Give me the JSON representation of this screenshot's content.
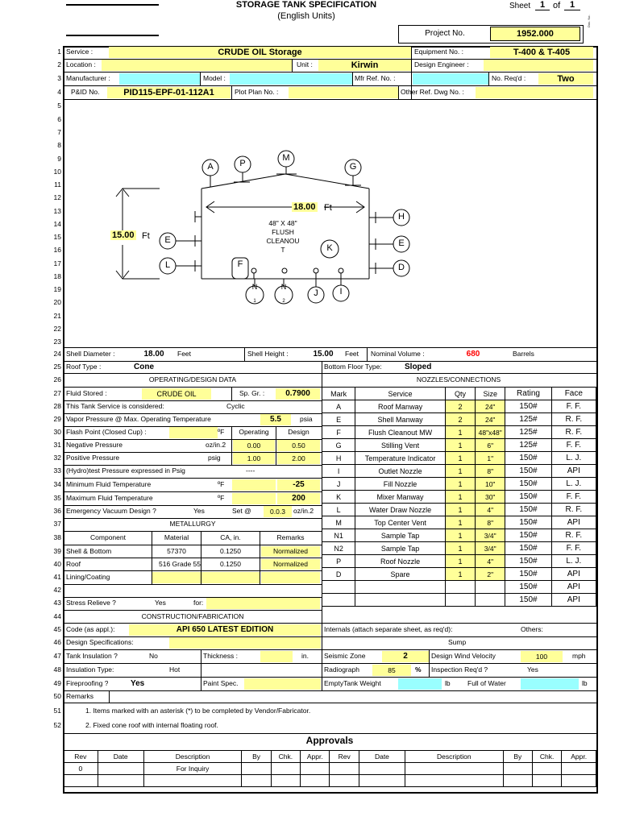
{
  "header": {
    "title": "STORAGE TANK SPECIFICATION",
    "subtitle": "(English Units)",
    "sheet_label": "Sheet",
    "sheet_no": "1",
    "of_label": "of",
    "sheet_total": "1",
    "project_label": "Project No.",
    "project_no": "1952.000",
    "side_mark": "Doc. No."
  },
  "row_numbers": [
    "1",
    "2",
    "3",
    "4",
    "5",
    "6",
    "7",
    "8",
    "9",
    "10",
    "11",
    "12",
    "13",
    "14",
    "15",
    "16",
    "17",
    "18",
    "19",
    "20",
    "21",
    "22",
    "23",
    "24",
    "25",
    "26",
    "27",
    "28",
    "29",
    "30",
    "31",
    "32",
    "33",
    "34",
    "35",
    "36",
    "37",
    "38",
    "39",
    "40",
    "41",
    "42",
    "43",
    "44",
    "45",
    "46",
    "47",
    "48",
    "49",
    "50",
    "51",
    "52"
  ],
  "r1": {
    "service_label": "Service :",
    "service": "CRUDE OIL Storage",
    "equip_label": "Equipment No. :",
    "equip": "T-400 & T-405"
  },
  "r2": {
    "location_label": "Location :",
    "unit_label": "Unit :",
    "unit": "Kirwin",
    "engineer_label": "Design Engineer :"
  },
  "r3": {
    "mfr_label": "Manufacturer :",
    "model_label": "Model :",
    "mfr_ref_label": "Mfr Ref. No. :",
    "noreqd_label": "No. Req'd :",
    "noreqd": "Two"
  },
  "r4": {
    "pid_label": "P&ID No.",
    "pid": "PID115-EPF-01-112A1",
    "plot_label": "Plot Plan No. :",
    "other_label": "Other Ref. Dwg No. :"
  },
  "drawing": {
    "diameter": "18.00",
    "diameter_unit": "Ft",
    "height": "15.00",
    "height_unit": "Ft",
    "cleanout": [
      "48\" X 48\"",
      "FLUSH",
      "CLEANOU",
      "T"
    ],
    "nozzle_labels": {
      "A": "A",
      "P": "P",
      "M": "M",
      "G": "G",
      "H": "H",
      "E1": "E",
      "E2": "E",
      "K": "K",
      "L": "L",
      "F": "F",
      "D": "D",
      "N1": "N",
      "N2": "N",
      "J": "J",
      "I": "I",
      "n1sub": "1",
      "n2sub": "2"
    }
  },
  "r24": {
    "shell_dia_label": "Shell Diameter :",
    "shell_dia": "18.00",
    "feet1": "Feet",
    "shell_ht_label": "Shell Height :",
    "shell_ht": "15.00",
    "feet2": "Feet",
    "nom_vol_label": "Nominal Volume :",
    "nom_vol": "680",
    "barrels": "Barrels"
  },
  "r25": {
    "roof_label": "Roof Type :",
    "roof": "Cone",
    "bottom_label": "Bottom Floor Type:",
    "bottom": "Sloped"
  },
  "left": {
    "op_header": "OPERATING/DESIGN DATA",
    "fluid_label": "Fluid Stored :",
    "fluid": "CRUDE OIL",
    "sg_label": "Sp. Gr. :",
    "sg": "0.7900",
    "considered_label": "This Tank Service is considered:",
    "considered": "Cyclic",
    "vp_label": "Vapor Pressure @ Max. Operating Temperature",
    "vp": "5.5",
    "vp_unit": "psia",
    "flash_label": "Flash Point (Closed Cup) :",
    "flash_unit": "ºF",
    "operating": "Operating",
    "design": "Design",
    "neg_label": "Negative Pressure",
    "neg_unit": "oz/in.2",
    "neg_op": "0.00",
    "neg_des": "0.50",
    "pos_label": "Positive Pressure",
    "pos_unit": "psig",
    "pos_op": "1.00",
    "pos_des": "2.00",
    "hydro_label": "(Hydro)test Pressure expressed in Psig",
    "hydro": "----",
    "min_label": "Minimum Fluid Temperature",
    "min_unit": "ºF",
    "min": "-25",
    "max_label": "Maximum Fluid Temperature",
    "max_unit": "ºF",
    "max": "200",
    "vac_label": "Emergency Vacuum Design ?",
    "vac": "Yes",
    "set_label": "Set @",
    "set": "0.0.3",
    "set_unit": "oz/in.2",
    "met_header": "METALLURGY",
    "met_cols": [
      "Component",
      "Material",
      "CA, in.",
      "Remarks"
    ],
    "met_rows": [
      [
        "Shell & Bottom",
        "57370",
        "0.1250",
        "Normalized"
      ],
      [
        "Roof",
        "516 Grade 55",
        "0.1250",
        "Normalized"
      ],
      [
        "Lining/Coating",
        "",
        "",
        ""
      ]
    ],
    "stress_label": "Stress Relieve ?",
    "stress": "Yes",
    "for_label": "for:",
    "cf_header": "CONSTRUCTION/FABRICATION",
    "code_label": "Code (as appl.):",
    "code": "API 650 LATEST EDITION",
    "dspec_label": "Design Specifications:",
    "ins_label": "Tank Insulation ?",
    "ins": "No",
    "thick_label": "Thickness :",
    "thick_unit": "in.",
    "instype_label": "Insulation Type:",
    "instype": "Hot",
    "fire_label": "Fireproofing ?",
    "fire": "Yes",
    "paint_label": "Paint Spec."
  },
  "right": {
    "nz_header": "NOZZLES/CONNECTIONS",
    "nz_cols": [
      "Mark",
      "Service",
      "Qty",
      "Size",
      "Rating",
      "Face"
    ],
    "nz_rows": [
      [
        "A",
        "Roof Manway",
        "2",
        "24\"",
        "150#",
        "F. F."
      ],
      [
        "E",
        "Shell Manway",
        "2",
        "24\"",
        "125#",
        "R. F."
      ],
      [
        "F",
        "Flush Cleanout MW",
        "1",
        "48\"x48\"",
        "125#",
        "R. F."
      ],
      [
        "G",
        "Stilling Vent",
        "1",
        "6\"",
        "125#",
        "F. F."
      ],
      [
        "H",
        "Temperature Indicator",
        "1",
        "1\"",
        "150#",
        "L. J."
      ],
      [
        "I",
        "Outlet Nozzle",
        "1",
        "8\"",
        "150#",
        "API"
      ],
      [
        "J",
        "Fill Nozzle",
        "1",
        "10\"",
        "150#",
        "L. J."
      ],
      [
        "K",
        "Mixer Manway",
        "1",
        "30\"",
        "150#",
        "F. F."
      ],
      [
        "L",
        "Water Draw Nozzle",
        "1",
        "4\"",
        "150#",
        "R. F."
      ],
      [
        "M",
        "Top Center Vent",
        "1",
        "8\"",
        "150#",
        "API"
      ],
      [
        "N1",
        "Sample Tap",
        "1",
        "3/4\"",
        "150#",
        "R. F."
      ],
      [
        "N2",
        "Sample Tap",
        "1",
        "3/4\"",
        "150#",
        "F. F."
      ],
      [
        "P",
        "Roof Nozzle",
        "1",
        "4\"",
        "150#",
        "L. J."
      ],
      [
        "D",
        "Spare",
        "1",
        "2\"",
        "150#",
        "API"
      ],
      [
        "",
        "",
        "",
        "",
        "150#",
        "API"
      ],
      [
        "",
        "",
        "",
        "",
        "150#",
        "API"
      ]
    ],
    "internals_label": "Internals (attach separate sheet, as req'd):",
    "others_label": "Others:",
    "sump": "Sump",
    "seismic_label": "Seismic Zone",
    "seismic": "2",
    "wind_label": "Design Wind Velocity",
    "wind": "100",
    "wind_unit": "mph",
    "radio_label": "Radiograph",
    "radio": "85",
    "pct": "%",
    "insp_label": "Inspection Req'd ?",
    "insp": "Yes",
    "empty_label": "EmptyTank Weight",
    "lb1": "lb",
    "full_label": "Full of Water",
    "lb2": "lb"
  },
  "remarks": {
    "label": "Remarks",
    "n1": "1.  Items marked with an asterisk (*) to be completed by Vendor/Fabricator.",
    "n2": "2. Fixed cone roof with internal floating roof."
  },
  "approvals": {
    "title": "Approvals",
    "cols": [
      "Rev",
      "Date",
      "Description",
      "By",
      "Chk.",
      "Appr.",
      "Rev",
      "Date",
      "Description",
      "By",
      "Chk.",
      "Appr."
    ],
    "row1": [
      "0",
      "",
      "For Inquiry",
      "",
      "",
      "",
      "",
      "",
      "",
      "",
      "",
      ""
    ]
  }
}
